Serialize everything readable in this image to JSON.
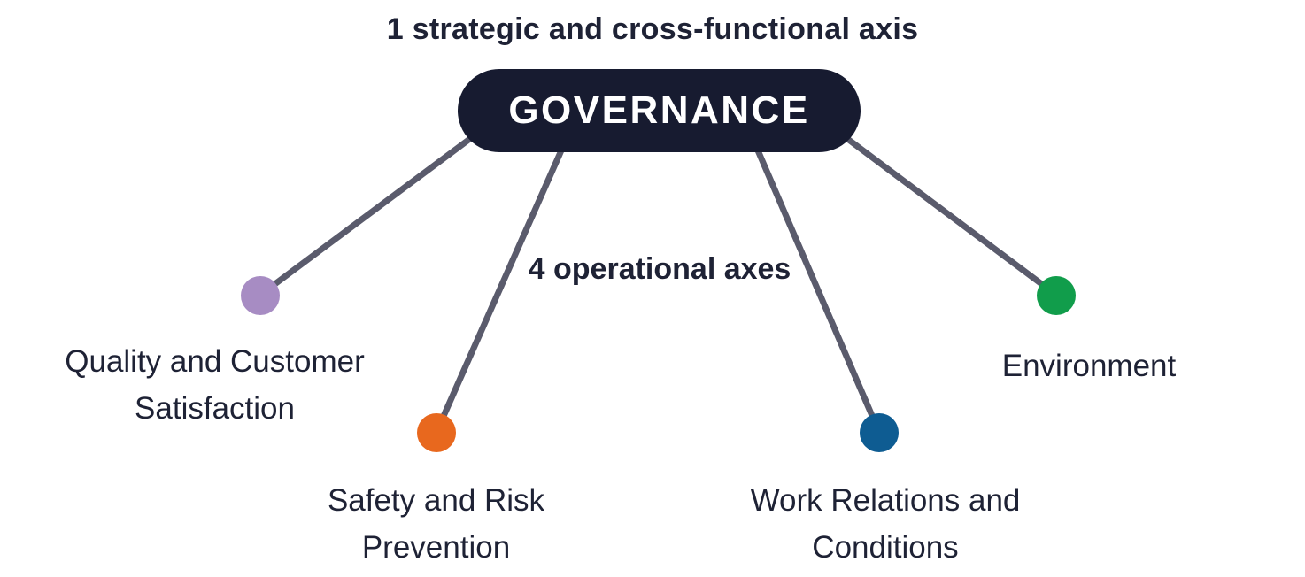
{
  "diagram": {
    "top_label": "1 strategic and cross-functional axis",
    "root_node": {
      "label": "GOVERNANCE"
    },
    "center_label": "4 operational axes",
    "colors": {
      "ink": "#1e2235",
      "pill_bg": "#171b30",
      "pill_text": "#ffffff",
      "line": "#5a5b6c"
    },
    "nodes": [
      {
        "id": "quality-and-customer-satisfaction",
        "label": "Quality and Customer Satisfaction",
        "color": "#a78cc3"
      },
      {
        "id": "safety-and-risk-prevention",
        "label": "Safety and Risk Prevention",
        "color": "#e8681e"
      },
      {
        "id": "work-relations-and-conditions",
        "label": "Work Relations and Conditions",
        "color": "#0e5c92"
      },
      {
        "id": "environment",
        "label": "Environment",
        "color": "#119d4b"
      }
    ]
  }
}
